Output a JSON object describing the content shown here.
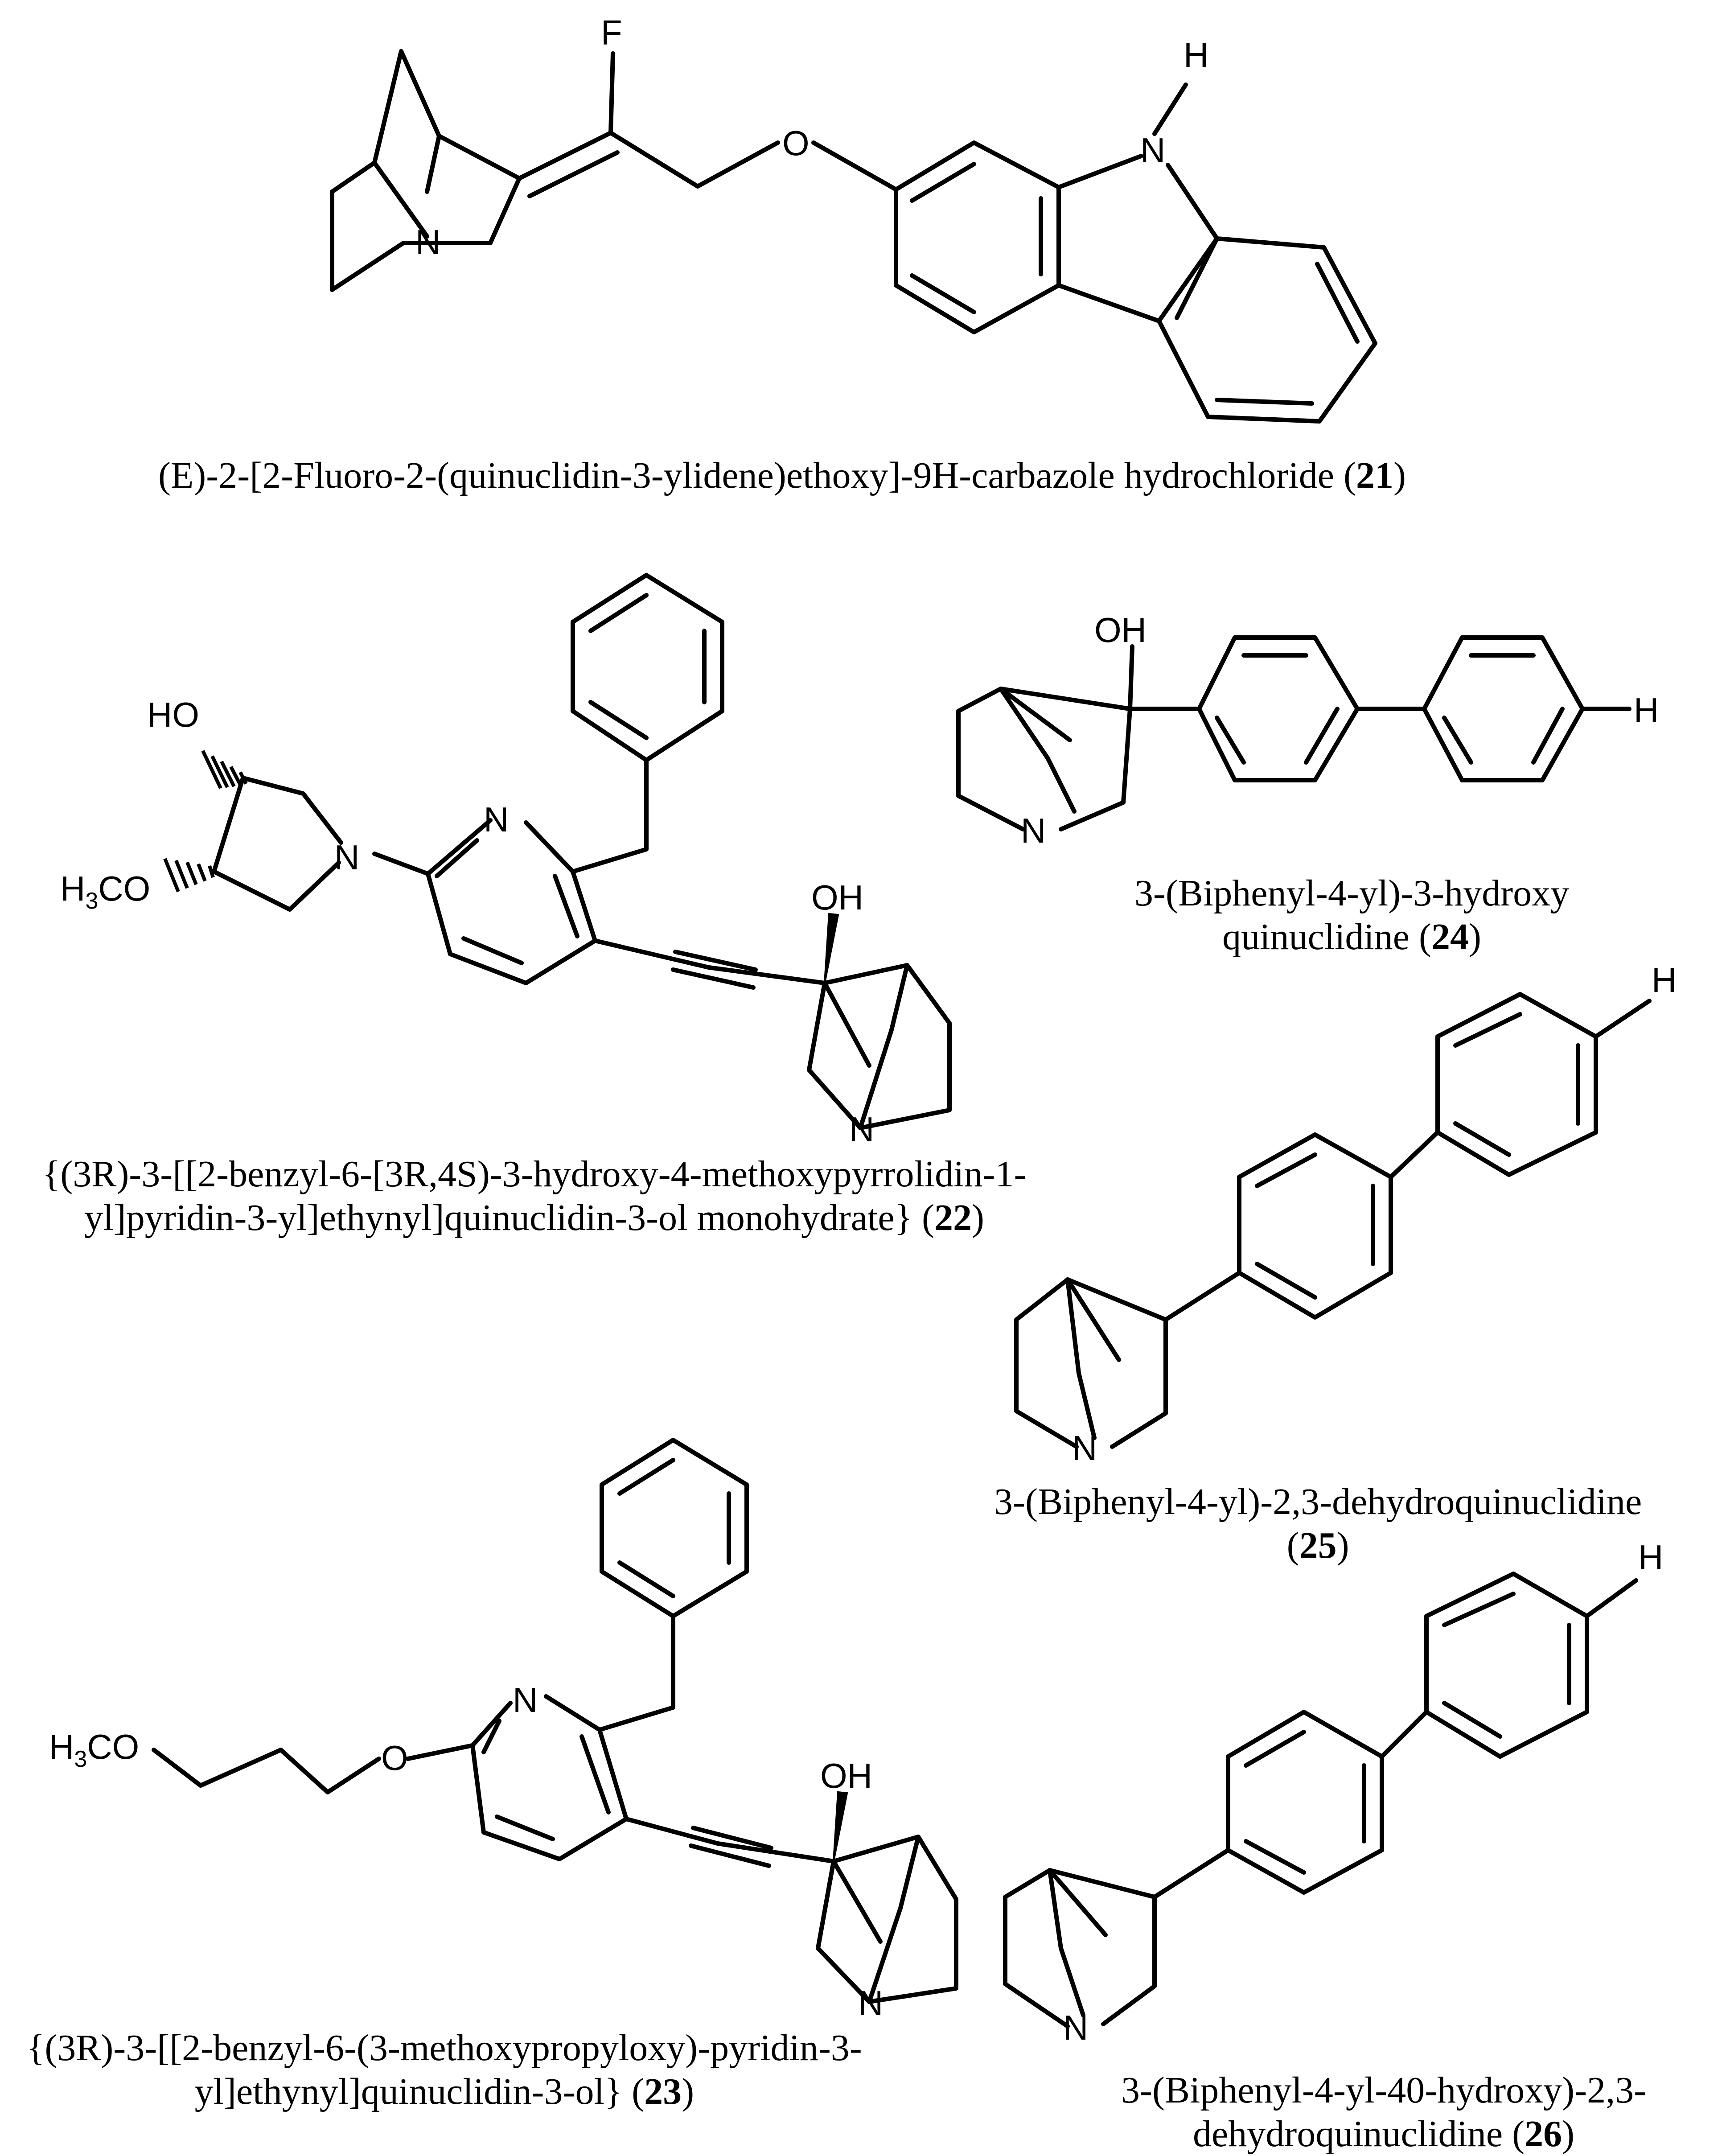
{
  "compounds": {
    "c21": {
      "name": "(E)-2-[2-Fluoro-2-(quinuclidin-3-ylidene)ethoxy]-9H-carbazole hydrochloride",
      "number": "21",
      "atoms": {
        "f": "F",
        "o": "O",
        "n": "N",
        "nh_n": "N",
        "nh_h": "H"
      }
    },
    "c22": {
      "line1": "{(3R)-3-[[2-benzyl-6-[3R,4S)-3-hydroxy-4-methoxypyrrolidin-1-",
      "line2_pre": "yl]pyridin-3-yl]ethynyl]quinuclidin-3-ol monohydrate} (",
      "number": "22",
      "atoms": {
        "ho": "HO",
        "h3co_h": "H",
        "h3co_3": "3",
        "h3co_co": "CO",
        "n_pyr": "N",
        "n_pyrrol": "N",
        "oh": "OH",
        "n_q": "N"
      }
    },
    "c23": {
      "line1": "{(3R)-3-[[2-benzyl-6-(3-methoxypropyloxy)-pyridin-3-",
      "line2_pre": "yl]ethynyl]quinuclidin-3-ol} (",
      "number": "23",
      "atoms": {
        "h3co_h": "H",
        "h3co_3": "3",
        "h3co_co": "CO",
        "o": "O",
        "n_pyr": "N",
        "oh": "OH",
        "n_q": "N"
      }
    },
    "c24": {
      "line1": "3-(Biphenyl-4-yl)-3-hydroxy",
      "line2_pre": "quinuclidine (",
      "number": "24",
      "atoms": {
        "oh": "OH",
        "n": "N",
        "h": "H"
      }
    },
    "c25": {
      "line1": "3-(Biphenyl-4-yl)-2,3-dehydroquinuclidine",
      "number": "25",
      "atoms": {
        "n": "N",
        "h": "H"
      }
    },
    "c26": {
      "line1": "3-(Biphenyl-4-yl-40-hydroxy)-2,3-",
      "line2_pre": "dehydroquinuclidine (",
      "number": "26",
      "atoms": {
        "n": "N",
        "h": "H"
      }
    }
  }
}
